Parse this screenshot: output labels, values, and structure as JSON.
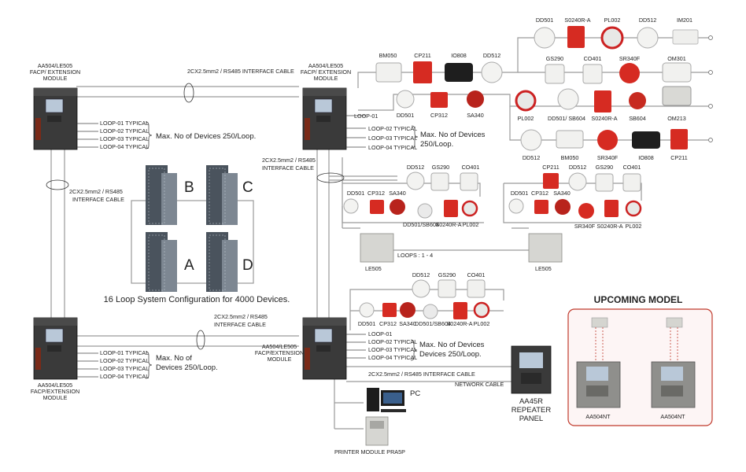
{
  "panels": {
    "panel_model": "AA504/LE505",
    "panel_sub1": "FACP/ EXTENSION",
    "panel_sub2": "MODULE",
    "panel_sub1_b": "FACP/EXTENSION"
  },
  "loops": {
    "loop01_typical": "LOOP-01 TYPICAL",
    "loop02_typical": "LOOP-02 TYPICAL",
    "loop03_typical": "LOOP-03 TYPICAL",
    "loop04_typical": "LOOP-04 TYPICAL",
    "loop01": "LOOP-01"
  },
  "max_devices": {
    "single": "Max. No of Devices 250/Loop.",
    "line1": "Max. No of",
    "line1_alt": "Max. No of Devices",
    "line2": "Devices 250/Loop.",
    "line2_alt": "250/Loop."
  },
  "cables": {
    "interface_full": "2CX2.5mm2 / RS485 INTERFACE CABLE",
    "interface_l1": "2CX2.5mm2 / RS485",
    "interface_l2": "INTERFACE CABLE",
    "network": "NETWORK CABLE"
  },
  "buildings": {
    "a": "A",
    "b": "B",
    "c": "C",
    "d": "D",
    "caption": "16 Loop System Configuration for 4000 Devices."
  },
  "devices": {
    "row_top": [
      "DD501",
      "S0240R-A",
      "PL002",
      "DD512",
      "IM201"
    ],
    "row_mid1": [
      "GS290",
      "CO401",
      "SR340F",
      "OM301"
    ],
    "row_mid2": [
      "PL002",
      "DD501/ SB604",
      "S0240R-A",
      "SB604",
      "OM213"
    ],
    "row_bot": [
      "DD512",
      "BM050",
      "SR340F",
      "IO808",
      "CP211"
    ],
    "upper_left": [
      "BM050",
      "CP211",
      "IO808",
      "DD512"
    ],
    "upper_loop": [
      "DD501",
      "CP312",
      "SA340"
    ]
  },
  "le505_left": {
    "top": [
      "DD512",
      "GS290",
      "CO401"
    ],
    "bottom": [
      "DD501",
      "CP312",
      "SA340",
      "DD501/SB604",
      "S0240R-A",
      "PL002"
    ],
    "label": "LE505"
  },
  "le505_right": {
    "top": [
      "CP211",
      "DD512",
      "GS290",
      "CO401"
    ],
    "bottom": [
      "DD501",
      "CP312",
      "SA340",
      "SR340F",
      "S0240R-A",
      "PL002"
    ],
    "label": "LE505"
  },
  "loops_label": "LOOPS : 1 - 4",
  "lower_devices": {
    "top": [
      "DD512",
      "GS290",
      "CO401"
    ],
    "bottom": [
      "DD501",
      "CP312",
      "SA340",
      "DD501/SB604",
      "S0240R-A",
      "PL002"
    ]
  },
  "peripherals": {
    "pc": "PC",
    "printer": "PRINTER MODULE PRA5P",
    "repeater_l1": "AA45R",
    "repeater_l2": "REPEATER",
    "repeater_l3": "PANEL"
  },
  "upcoming": {
    "title": "UPCOMING MODEL",
    "model_left": "AA504NT",
    "model_right": "AA504NT",
    "accent": "#c0392b",
    "panel_fill": "#fdf5f5"
  }
}
